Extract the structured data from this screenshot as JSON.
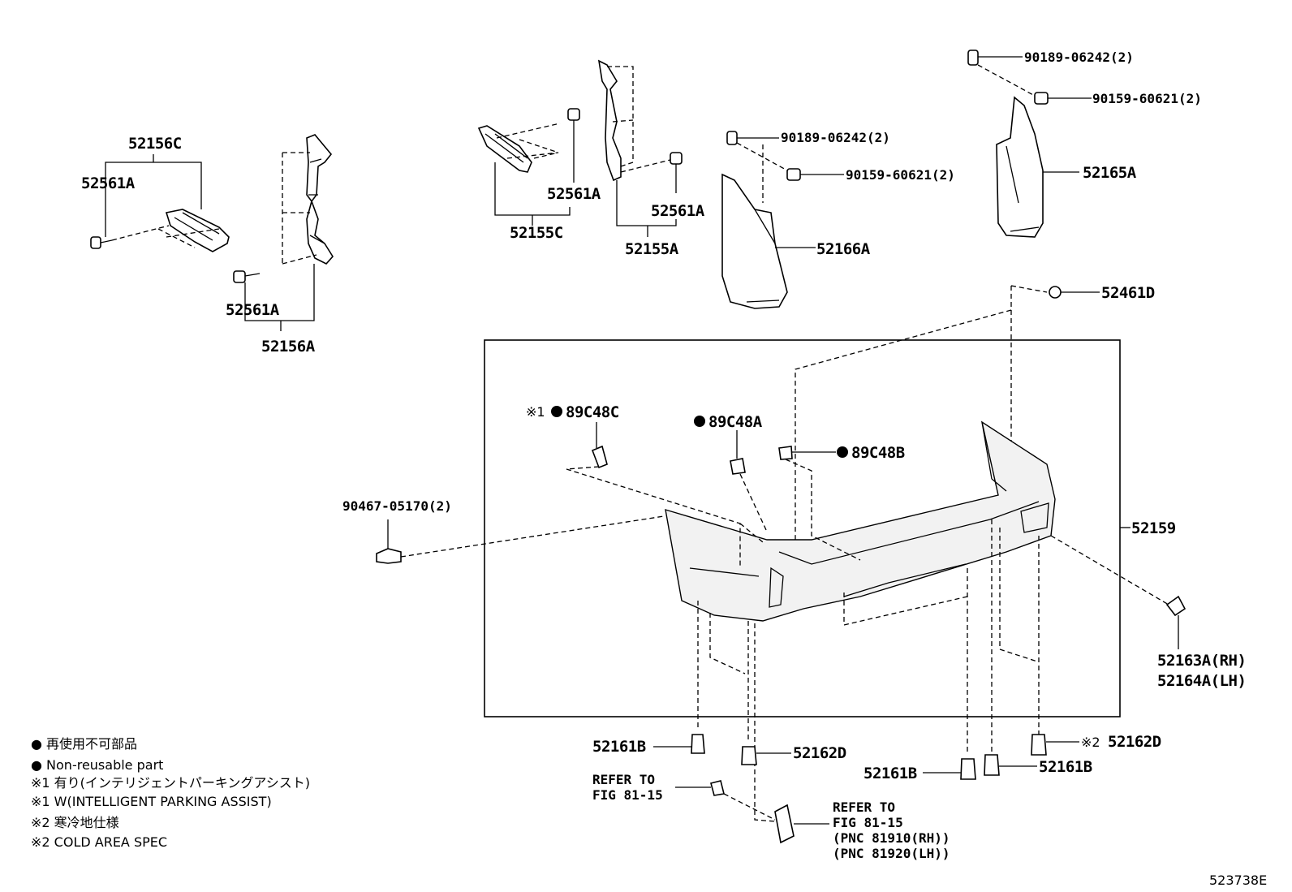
{
  "labels": {
    "p52156C": "52156C",
    "p52561A_1": "52561A",
    "p52561A_2": "52561A",
    "p52156A": "52156A",
    "p52561A_3": "52561A",
    "p52155C": "52155C",
    "p52561A_4": "52561A",
    "p52155A": "52155A",
    "p90189_a": "90189-06242(2)",
    "p90159_a": "90159-60621(2)",
    "p52166A": "52166A",
    "p90189_b": "90189-06242(2)",
    "p90159_b": "90159-60621(2)",
    "p52165A": "52165A",
    "p52461D": "52461D",
    "p89C48C_prefix": "※1",
    "p89C48C": "89C48C",
    "p89C48A": "89C48A",
    "p89C48B": "89C48B",
    "p90467": "90467-05170(2)",
    "p52159": "52159",
    "p52163A": "52163A(RH)",
    "p52164A": "52164A(LH)",
    "p52161B_1": "52161B",
    "p52162D_1": "52162D",
    "p52161B_2": "52161B",
    "p52161B_3": "52161B",
    "p52162D_2_prefix": "※2",
    "p52162D_2": "52162D",
    "refer1_line1": "REFER TO",
    "refer1_line2": "FIG 81-15",
    "refer2_line1": "REFER TO",
    "refer2_line2": "FIG 81-15",
    "refer2_line3": "(PNC 81910(RH))",
    "refer2_line4": "(PNC 81920(LH))"
  },
  "legend": {
    "line1": "● 再使用不可部品",
    "line2": "● Non-reusable part",
    "line3": "※1 有り(インテリジェントパーキングアシスト)",
    "line4": "※1 W(INTELLIGENT PARKING ASSIST)",
    "line5": "※2 寒冷地仕様",
    "line6": "※2 COLD AREA SPEC"
  },
  "figure_id": "523738E"
}
